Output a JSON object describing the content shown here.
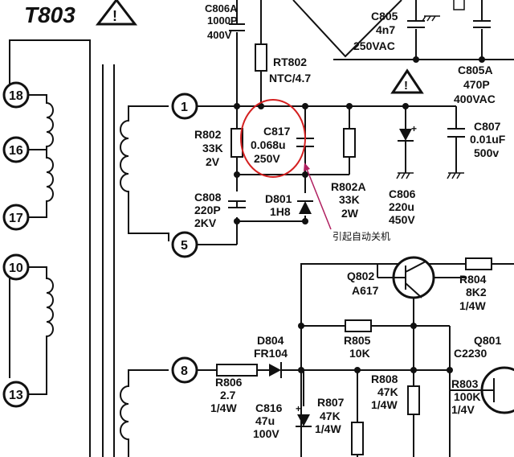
{
  "transformer": {
    "name": "T803",
    "pins": [
      "18",
      "16",
      "17",
      "10",
      "13",
      "1",
      "5",
      "8"
    ]
  },
  "components": [
    {
      "ref": "C806A",
      "value": "1000P",
      "rating": "400V"
    },
    {
      "ref": "RT802",
      "value": "NTC/4.7"
    },
    {
      "ref": "C805",
      "value": "4n7",
      "rating": "250VAC"
    },
    {
      "ref": "C805A",
      "value": "470P",
      "rating": "400VAC"
    },
    {
      "ref": "R802",
      "value": "33K",
      "rating": "2V"
    },
    {
      "ref": "C817",
      "value": "0.068u",
      "rating": "250V"
    },
    {
      "ref": "C807",
      "value": "0.01uF",
      "rating": "500v"
    },
    {
      "ref": "C808",
      "value": "220P",
      "rating": "2KV"
    },
    {
      "ref": "D801",
      "value": "1H8"
    },
    {
      "ref": "R802A",
      "value": "33K",
      "rating": "2W"
    },
    {
      "ref": "C806",
      "value": "220u",
      "rating": "450V"
    },
    {
      "ref": "Q802",
      "value": "A617"
    },
    {
      "ref": "R804",
      "value": "8K2",
      "rating": "1/4W"
    },
    {
      "ref": "D804",
      "value": "FR104"
    },
    {
      "ref": "R805",
      "value": "10K"
    },
    {
      "ref": "R806",
      "value": "2.7",
      "rating": "1/4W"
    },
    {
      "ref": "C816",
      "value": "47u",
      "rating": "100V"
    },
    {
      "ref": "R807",
      "value": "47K",
      "rating": "1/4W"
    },
    {
      "ref": "R808",
      "value": "47K",
      "rating": "1/4W"
    },
    {
      "ref": "Q801",
      "value": "C2230"
    },
    {
      "ref": "R803",
      "value": "100K",
      "rating": "1/4V"
    }
  ],
  "annotation": {
    "text": "引起自动关机",
    "color": "#d42020"
  }
}
